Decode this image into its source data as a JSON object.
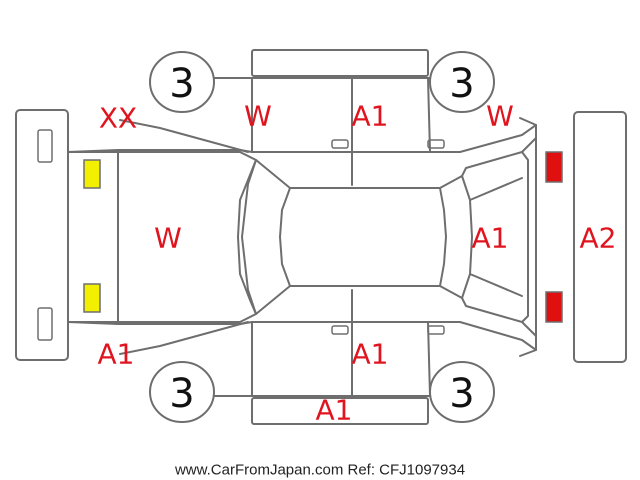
{
  "wheels": {
    "front_left": "3",
    "front_right": "3",
    "rear_left": "3",
    "rear_right": "3"
  },
  "marks": {
    "rear_left_corner": "XX",
    "rear_left_quarter": "W",
    "rear_door_top": "A1",
    "front_right_fender": "W",
    "trunk_lid": "W",
    "hood": "A1",
    "front_bumper": "A2",
    "rear_bumper_corner": "A1",
    "front_door_bottom": "A1",
    "rocker_bottom": "A1"
  },
  "colors": {
    "outline": "#6e6e6e",
    "mark_text": "#e0141e",
    "rear_lamp": "#f2f000",
    "front_lamp": "#e01010"
  },
  "footer": "www.CarFromJapan.com Ref: CFJ1097934"
}
